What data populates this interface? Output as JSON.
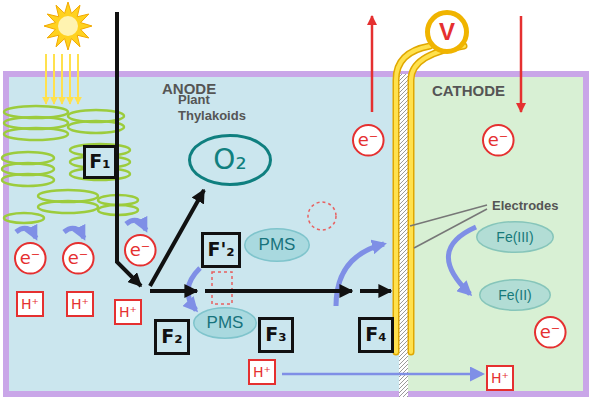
{
  "diagram": {
    "nodes": [
      {
        "text": [
          "V"
        ]
      },
      {
        "text": [
          "e⁻"
        ]
      },
      {
        "text": [
          "e⁻"
        ]
      },
      {
        "text": [
          "F₁"
        ]
      },
      {
        "text": [
          "O₂"
        ]
      },
      {
        "text": [
          "Fe(III)"
        ]
      },
      {
        "text": [
          "F'₂"
        ]
      },
      {
        "text": [
          "PMS"
        ]
      },
      {
        "text": [
          "e⁻"
        ]
      },
      {
        "text": [
          "e⁻"
        ]
      },
      {
        "text": [
          "e⁻"
        ]
      },
      {
        "text": [
          "Fe(II)"
        ]
      },
      {
        "text": [
          "H⁺"
        ]
      },
      {
        "text": [
          "H⁺"
        ]
      },
      {
        "text": [
          "H⁺"
        ]
      },
      {
        "text": [
          "e⁻"
        ]
      },
      {
        "text": [
          "PMS"
        ]
      },
      {
        "text": [
          "F₂"
        ]
      },
      {
        "text": [
          "F₃"
        ]
      },
      {
        "text": [
          "F₄"
        ]
      },
      {
        "text": [
          "H⁺"
        ]
      },
      {
        "text": [
          "H⁺"
        ]
      }
    ],
    "labels": [
      "ANODE",
      "CATHODE",
      "Plant Thylakoids",
      "Electrodes"
    ]
  }
}
